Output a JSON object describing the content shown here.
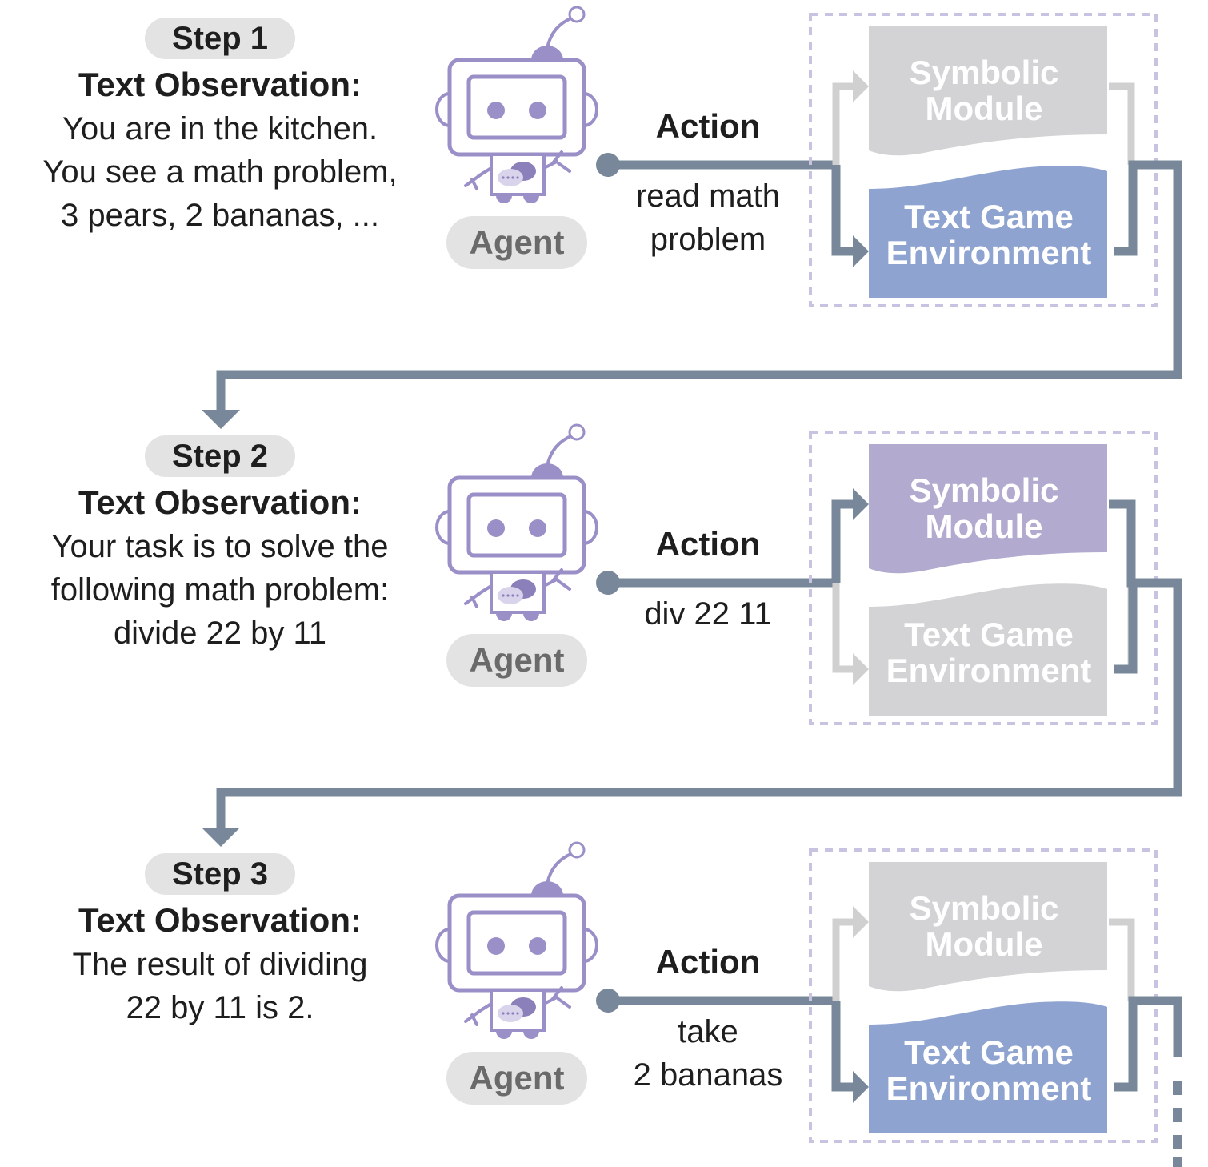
{
  "steps": [
    {
      "step_label": "Step 1",
      "observation_heading": "Text Observation:",
      "observation_lines": [
        "You are in the kitchen.",
        "You see a math problem,",
        "3 pears, 2 bananas, ..."
      ],
      "agent_label": "Agent",
      "action_title": "Action",
      "action_lines": [
        "read math",
        "problem"
      ],
      "symbolic_label_lines": [
        "Symbolic",
        "Module"
      ],
      "env_label_lines": [
        "Text Game",
        "Environment"
      ],
      "active_module": "environment"
    },
    {
      "step_label": "Step 2",
      "observation_heading": "Text Observation:",
      "observation_lines": [
        "Your task is to solve the",
        "following math problem:",
        "divide 22 by 11"
      ],
      "agent_label": "Agent",
      "action_title": "Action",
      "action_lines": [
        "div 22 11"
      ],
      "symbolic_label_lines": [
        "Symbolic",
        "Module"
      ],
      "env_label_lines": [
        "Text Game",
        "Environment"
      ],
      "active_module": "symbolic"
    },
    {
      "step_label": "Step 3",
      "observation_heading": "Text Observation:",
      "observation_lines": [
        "The result of dividing",
        "22 by 11 is 2."
      ],
      "agent_label": "Agent",
      "action_title": "Action",
      "action_lines": [
        "take",
        "2 bananas"
      ],
      "symbolic_label_lines": [
        "Symbolic",
        "Module"
      ],
      "env_label_lines": [
        "Text Game",
        "Environment"
      ],
      "active_module": "environment"
    }
  ],
  "colors": {
    "connector": "#78889a",
    "inactive_connector": "#d0d0d0",
    "inactive_module": "#d3d3d5",
    "symbolic_active": "#b2abcf",
    "environment_active": "#8ea3d0",
    "robot": "#9b8fc8",
    "dashed_border": "#c9c3e2",
    "pill_bg": "#e3e3e3"
  }
}
